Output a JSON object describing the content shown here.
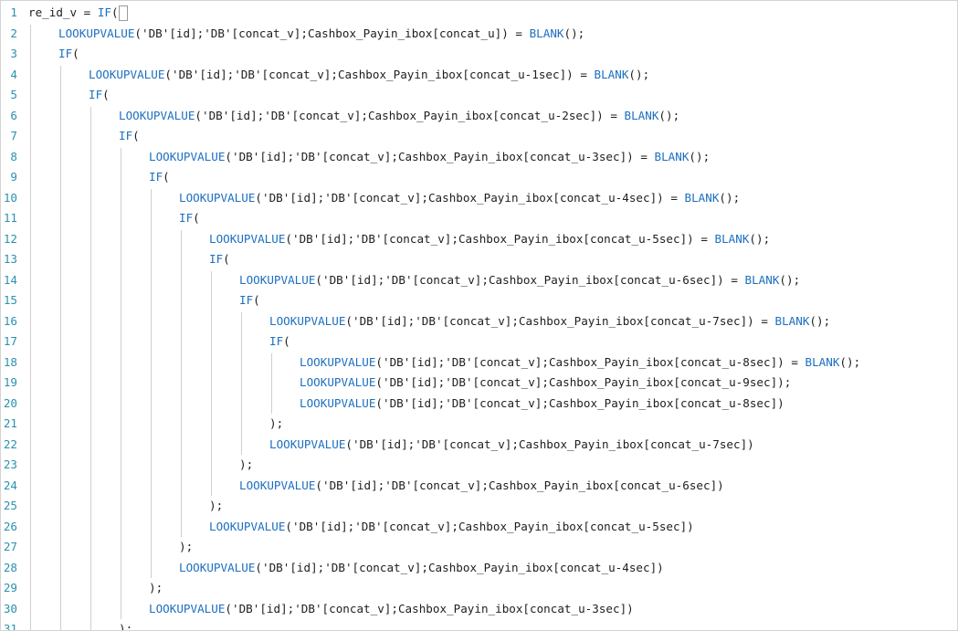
{
  "editor": {
    "lines": [
      {
        "num": "1",
        "indent": 0,
        "tokens": [
          {
            "t": "re_id_v = ",
            "k": "plain"
          },
          {
            "t": "IF",
            "k": "kw"
          },
          {
            "t": "(",
            "k": "plain"
          }
        ]
      },
      {
        "num": "2",
        "indent": 1,
        "tokens": [
          {
            "t": "LOOKUPVALUE",
            "k": "kw"
          },
          {
            "t": "('DB'[id];'DB'[concat_v];Cashbox_Payin_ibox[concat_u]) = ",
            "k": "plain"
          },
          {
            "t": "BLANK",
            "k": "kw"
          },
          {
            "t": "();",
            "k": "plain"
          }
        ]
      },
      {
        "num": "3",
        "indent": 1,
        "tokens": [
          {
            "t": "IF",
            "k": "kw"
          },
          {
            "t": "(",
            "k": "plain"
          }
        ]
      },
      {
        "num": "4",
        "indent": 2,
        "tokens": [
          {
            "t": "LOOKUPVALUE",
            "k": "kw"
          },
          {
            "t": "('DB'[id];'DB'[concat_v];Cashbox_Payin_ibox[concat_u-1sec]) = ",
            "k": "plain"
          },
          {
            "t": "BLANK",
            "k": "kw"
          },
          {
            "t": "();",
            "k": "plain"
          }
        ]
      },
      {
        "num": "5",
        "indent": 2,
        "tokens": [
          {
            "t": "IF",
            "k": "kw"
          },
          {
            "t": "(",
            "k": "plain"
          }
        ]
      },
      {
        "num": "6",
        "indent": 3,
        "tokens": [
          {
            "t": "LOOKUPVALUE",
            "k": "kw"
          },
          {
            "t": "('DB'[id];'DB'[concat_v];Cashbox_Payin_ibox[concat_u-2sec]) = ",
            "k": "plain"
          },
          {
            "t": "BLANK",
            "k": "kw"
          },
          {
            "t": "();",
            "k": "plain"
          }
        ]
      },
      {
        "num": "7",
        "indent": 3,
        "tokens": [
          {
            "t": "IF",
            "k": "kw"
          },
          {
            "t": "(",
            "k": "plain"
          }
        ]
      },
      {
        "num": "8",
        "indent": 4,
        "tokens": [
          {
            "t": "LOOKUPVALUE",
            "k": "kw"
          },
          {
            "t": "('DB'[id];'DB'[concat_v];Cashbox_Payin_ibox[concat_u-3sec]) = ",
            "k": "plain"
          },
          {
            "t": "BLANK",
            "k": "kw"
          },
          {
            "t": "();",
            "k": "plain"
          }
        ]
      },
      {
        "num": "9",
        "indent": 4,
        "tokens": [
          {
            "t": "IF",
            "k": "kw"
          },
          {
            "t": "(",
            "k": "plain"
          }
        ]
      },
      {
        "num": "10",
        "indent": 5,
        "tokens": [
          {
            "t": "LOOKUPVALUE",
            "k": "kw"
          },
          {
            "t": "('DB'[id];'DB'[concat_v];Cashbox_Payin_ibox[concat_u-4sec]) = ",
            "k": "plain"
          },
          {
            "t": "BLANK",
            "k": "kw"
          },
          {
            "t": "();",
            "k": "plain"
          }
        ]
      },
      {
        "num": "11",
        "indent": 5,
        "tokens": [
          {
            "t": "IF",
            "k": "kw"
          },
          {
            "t": "(",
            "k": "plain"
          }
        ]
      },
      {
        "num": "12",
        "indent": 6,
        "tokens": [
          {
            "t": "LOOKUPVALUE",
            "k": "kw"
          },
          {
            "t": "('DB'[id];'DB'[concat_v];Cashbox_Payin_ibox[concat_u-5sec]) = ",
            "k": "plain"
          },
          {
            "t": "BLANK",
            "k": "kw"
          },
          {
            "t": "();",
            "k": "plain"
          }
        ]
      },
      {
        "num": "13",
        "indent": 6,
        "tokens": [
          {
            "t": "IF",
            "k": "kw"
          },
          {
            "t": "(",
            "k": "plain"
          }
        ]
      },
      {
        "num": "14",
        "indent": 7,
        "tokens": [
          {
            "t": "LOOKUPVALUE",
            "k": "kw"
          },
          {
            "t": "('DB'[id];'DB'[concat_v];Cashbox_Payin_ibox[concat_u-6sec]) = ",
            "k": "plain"
          },
          {
            "t": "BLANK",
            "k": "kw"
          },
          {
            "t": "();",
            "k": "plain"
          }
        ]
      },
      {
        "num": "15",
        "indent": 7,
        "tokens": [
          {
            "t": "IF",
            "k": "kw"
          },
          {
            "t": "(",
            "k": "plain"
          }
        ]
      },
      {
        "num": "16",
        "indent": 8,
        "tokens": [
          {
            "t": "LOOKUPVALUE",
            "k": "kw"
          },
          {
            "t": "('DB'[id];'DB'[concat_v];Cashbox_Payin_ibox[concat_u-7sec]) = ",
            "k": "plain"
          },
          {
            "t": "BLANK",
            "k": "kw"
          },
          {
            "t": "();",
            "k": "plain"
          }
        ]
      },
      {
        "num": "17",
        "indent": 8,
        "tokens": [
          {
            "t": "IF",
            "k": "kw"
          },
          {
            "t": "(",
            "k": "plain"
          }
        ]
      },
      {
        "num": "18",
        "indent": 9,
        "tokens": [
          {
            "t": "LOOKUPVALUE",
            "k": "kw"
          },
          {
            "t": "('DB'[id];'DB'[concat_v];Cashbox_Payin_ibox[concat_u-8sec]) = ",
            "k": "plain"
          },
          {
            "t": "BLANK",
            "k": "kw"
          },
          {
            "t": "();",
            "k": "plain"
          }
        ]
      },
      {
        "num": "19",
        "indent": 9,
        "tokens": [
          {
            "t": "LOOKUPVALUE",
            "k": "kw"
          },
          {
            "t": "('DB'[id];'DB'[concat_v];Cashbox_Payin_ibox[concat_u-9sec]);",
            "k": "plain"
          }
        ]
      },
      {
        "num": "20",
        "indent": 9,
        "tokens": [
          {
            "t": "LOOKUPVALUE",
            "k": "kw"
          },
          {
            "t": "('DB'[id];'DB'[concat_v];Cashbox_Payin_ibox[concat_u-8sec])",
            "k": "plain"
          }
        ]
      },
      {
        "num": "21",
        "indent": 8,
        "tokens": [
          {
            "t": ");",
            "k": "plain"
          }
        ]
      },
      {
        "num": "22",
        "indent": 8,
        "tokens": [
          {
            "t": "LOOKUPVALUE",
            "k": "kw"
          },
          {
            "t": "('DB'[id];'DB'[concat_v];Cashbox_Payin_ibox[concat_u-7sec])",
            "k": "plain"
          }
        ]
      },
      {
        "num": "23",
        "indent": 7,
        "tokens": [
          {
            "t": ");",
            "k": "plain"
          }
        ]
      },
      {
        "num": "24",
        "indent": 7,
        "tokens": [
          {
            "t": "LOOKUPVALUE",
            "k": "kw"
          },
          {
            "t": "('DB'[id];'DB'[concat_v];Cashbox_Payin_ibox[concat_u-6sec])",
            "k": "plain"
          }
        ]
      },
      {
        "num": "25",
        "indent": 6,
        "tokens": [
          {
            "t": ");",
            "k": "plain"
          }
        ]
      },
      {
        "num": "26",
        "indent": 6,
        "tokens": [
          {
            "t": "LOOKUPVALUE",
            "k": "kw"
          },
          {
            "t": "('DB'[id];'DB'[concat_v];Cashbox_Payin_ibox[concat_u-5sec])",
            "k": "plain"
          }
        ]
      },
      {
        "num": "27",
        "indent": 5,
        "tokens": [
          {
            "t": ");",
            "k": "plain"
          }
        ]
      },
      {
        "num": "28",
        "indent": 5,
        "tokens": [
          {
            "t": "LOOKUPVALUE",
            "k": "kw"
          },
          {
            "t": "('DB'[id];'DB'[concat_v];Cashbox_Payin_ibox[concat_u-4sec])",
            "k": "plain"
          }
        ]
      },
      {
        "num": "29",
        "indent": 4,
        "tokens": [
          {
            "t": ");",
            "k": "plain"
          }
        ]
      },
      {
        "num": "30",
        "indent": 4,
        "tokens": [
          {
            "t": "LOOKUPVALUE",
            "k": "kw"
          },
          {
            "t": "('DB'[id];'DB'[concat_v];Cashbox_Payin_ibox[concat_u-3sec])",
            "k": "plain"
          }
        ]
      },
      {
        "num": "31",
        "indent": 3,
        "tokens": [
          {
            "t": ");",
            "k": "plain"
          }
        ]
      }
    ],
    "colors": {
      "keyword": "#1d6fc0",
      "text": "#1e1e1e",
      "line_number": "#2b91af",
      "guide": "#cfcfcf"
    }
  }
}
